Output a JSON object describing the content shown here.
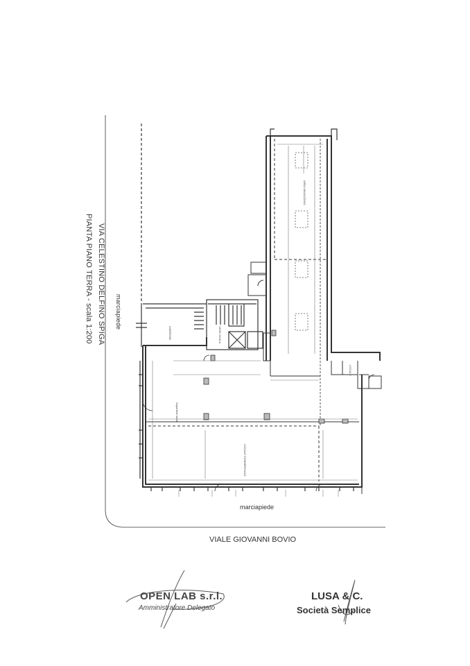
{
  "document": {
    "street_left": "VIA CELESTINO DELFINO SPIGA",
    "plan_title": "PIANTA PIANO TERRA  -  scala 1:200",
    "sidewalk_left": "marciapiede",
    "sidewalk_bottom": "marciapiede",
    "street_bottom": "VIALE GIOVANNI BOVIO"
  },
  "stamps": {
    "open_lab": {
      "brand": "OPEN LAB s.r.l.",
      "role": "Amministratore Delegato"
    },
    "lusa": {
      "brand": "LUSA & C.",
      "role": "Società Semplice"
    }
  },
  "colors": {
    "line": "#333333",
    "light": "#777777"
  }
}
